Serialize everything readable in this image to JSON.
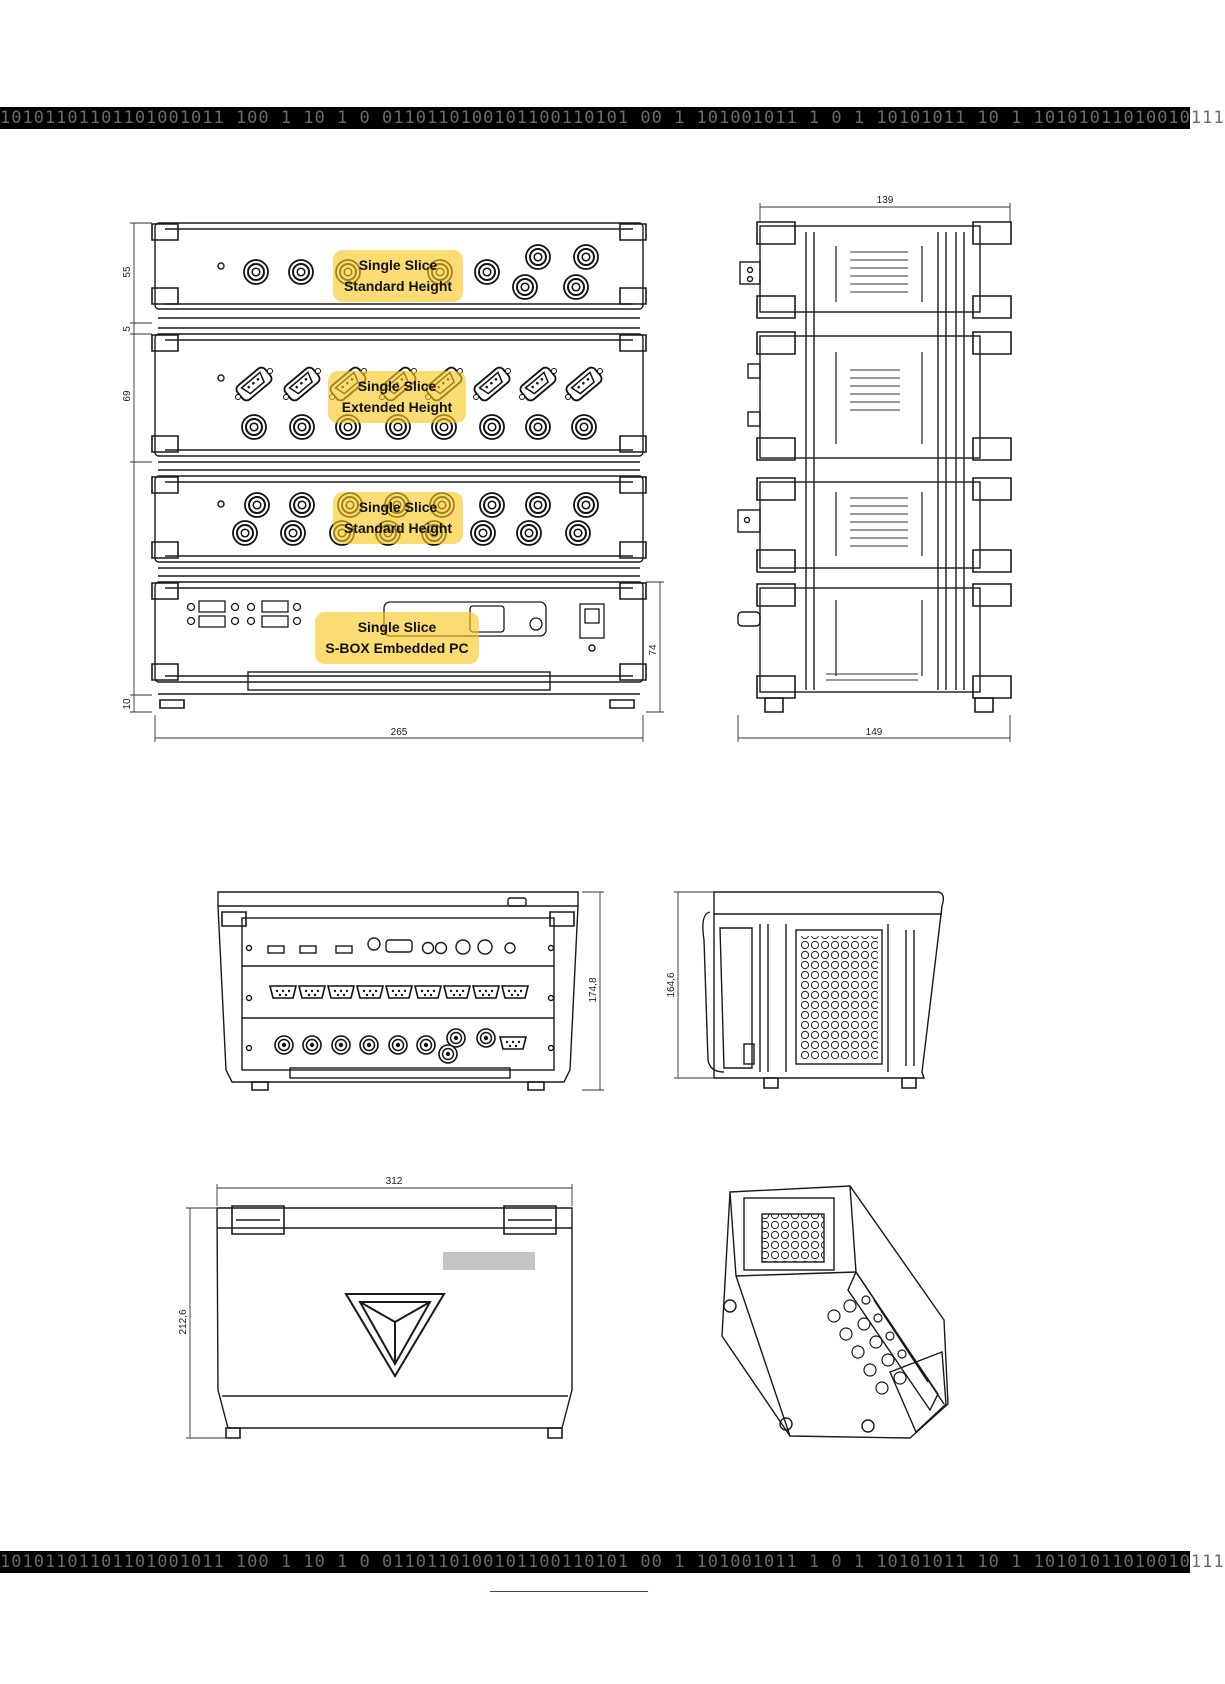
{
  "decor": {
    "binary_top": "10101101101101001011 100 1 10 1   0 0110110100101100110101 00 1 101001011 1 0   1 10101011 10  1 10101011010010111",
    "binary_bottom": "10101101101101001011 100 1 10 1   0 0110110100101100110101 00 1 101001011 1 0   1 10101011 10  1 10101011010010111"
  },
  "labels": {
    "slice1_line1": "Single Slice",
    "slice1_line2": "Standard Height",
    "slice2_line1": "Single Slice",
    "slice2_line2": "Extended Height",
    "slice3_line1": "Single Slice",
    "slice3_line2": "Standard Height",
    "slice4_line1": "Single Slice",
    "slice4_line2": "S-BOX Embedded PC"
  },
  "dims": {
    "front_55": "55",
    "front_5": "5",
    "front_69": "69",
    "front_74": "74",
    "front_10": "10",
    "front_width": "265",
    "side_top": "139",
    "side_bottom": "149",
    "case_height": "174,8",
    "case_side_height": "164,6",
    "case_top_width": "312",
    "case_top_depth": "212,6"
  },
  "colors": {
    "highlight": "#f8c81e",
    "line": "#1a1a1a"
  }
}
